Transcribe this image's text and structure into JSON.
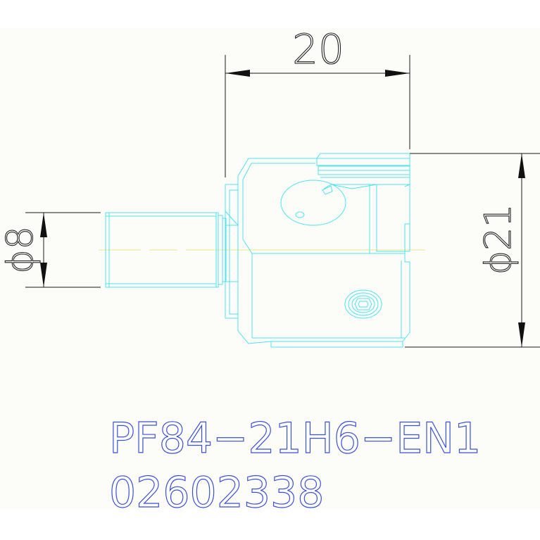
{
  "colors": {
    "background": "#fcfcf9",
    "geometry": "#4fe3f0",
    "centerline": "#f0e68c",
    "dimension": "#1a1a1a",
    "part_text": "#3c4fd8"
  },
  "dimensions": {
    "length": "20",
    "diameter_small": "ϕ8",
    "diameter_large": "ϕ21"
  },
  "part": {
    "code": "PF84−21H6−EN1",
    "number": "02602338"
  }
}
